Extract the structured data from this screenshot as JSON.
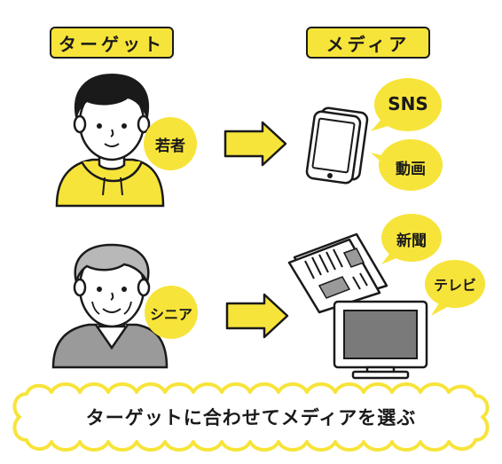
{
  "headers": {
    "target": "ターゲット",
    "media": "メディア"
  },
  "segments": {
    "youth": "若者",
    "senior": "シニア"
  },
  "media_labels": {
    "sns": "SNS",
    "video": "動画",
    "newspaper": "新聞",
    "tv": "テレビ"
  },
  "footer": {
    "caption": "ターゲットに合わせてメディアを選ぶ"
  },
  "colors": {
    "accent_yellow": "#f7e43a",
    "outline": "#1a1a1a",
    "hair_gray": "#b8b8b8",
    "sweater_gray": "#9a9a9a",
    "skin": "#ffffff"
  },
  "icons": [
    "smartphone-icon",
    "newspaper-icon",
    "tv-icon",
    "arrow-right-icon"
  ]
}
